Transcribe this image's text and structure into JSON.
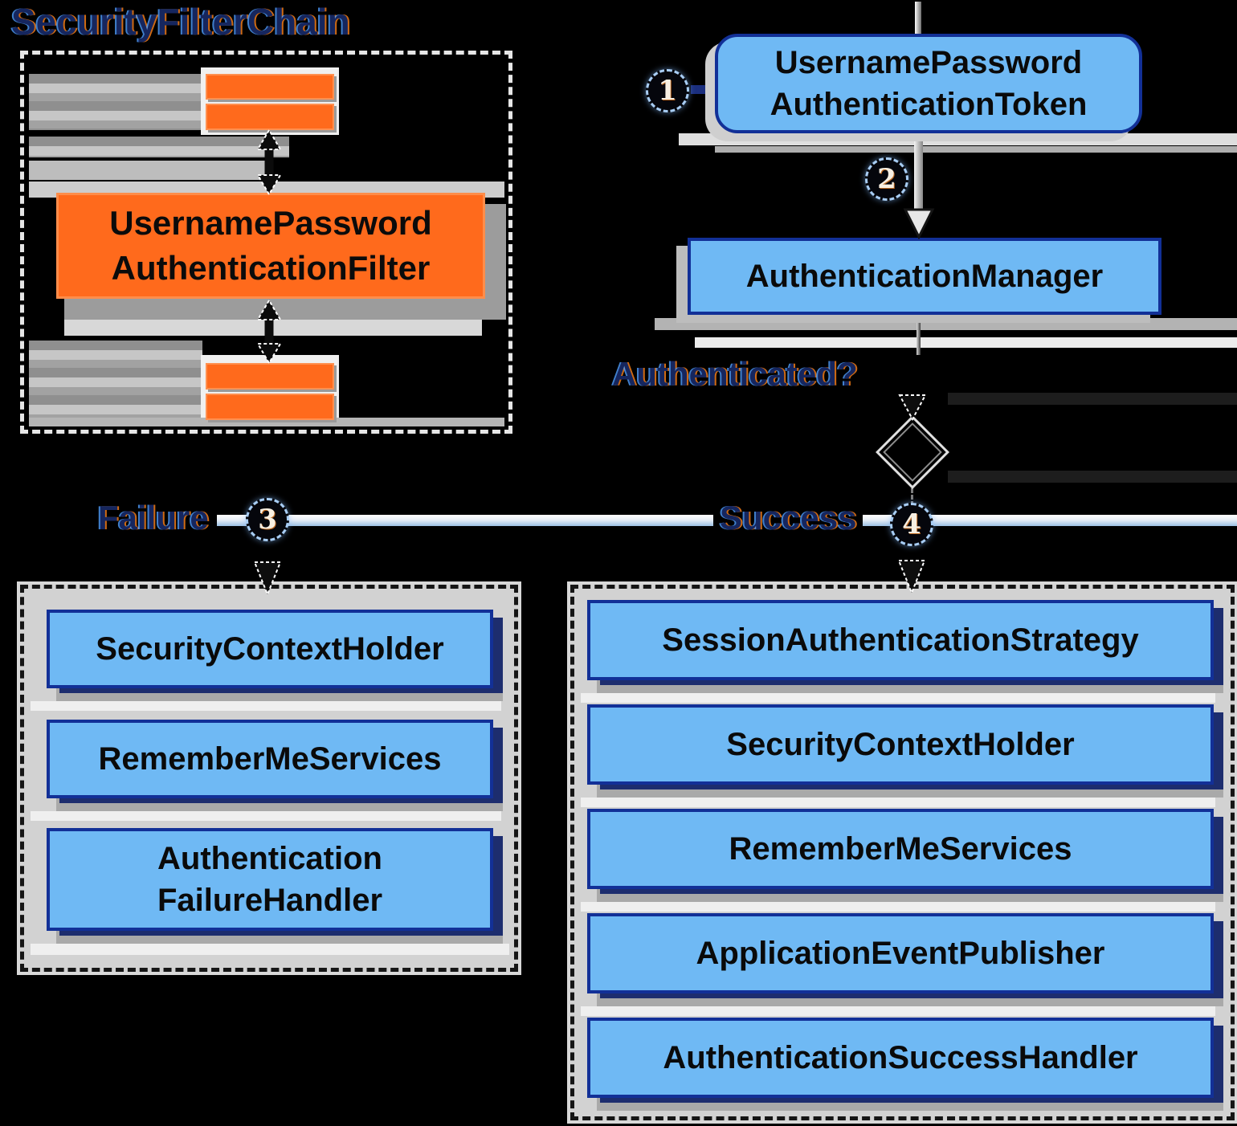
{
  "security_filter_chain": {
    "title": "SecurityFilterChain",
    "filter": {
      "line1": "UsernamePassword",
      "line2": "AuthenticationFilter"
    }
  },
  "flow": {
    "token": {
      "line1": "UsernamePassword",
      "line2": "AuthenticationToken"
    },
    "manager_label": "AuthenticationManager",
    "question_label": "Authenticated?",
    "failure_label": "Failure",
    "success_label": "Success",
    "badges": [
      "1",
      "2",
      "3",
      "4"
    ]
  },
  "failure_panel": {
    "items": [
      "SecurityContextHolder",
      "RememberMeServices"
    ],
    "item3": {
      "line1": "Authentication",
      "line2": "FailureHandler"
    }
  },
  "success_panel": {
    "items": [
      "SessionAuthenticationStrategy",
      "SecurityContextHolder",
      "RememberMeServices",
      "ApplicationEventPublisher",
      "AuthenticationSuccessHandler"
    ]
  },
  "colors": {
    "orange": "#ff6a1c",
    "light_blue": "#6fb9f4",
    "navy_border": "#15297c",
    "badge_ring": "#a8cdf4"
  }
}
